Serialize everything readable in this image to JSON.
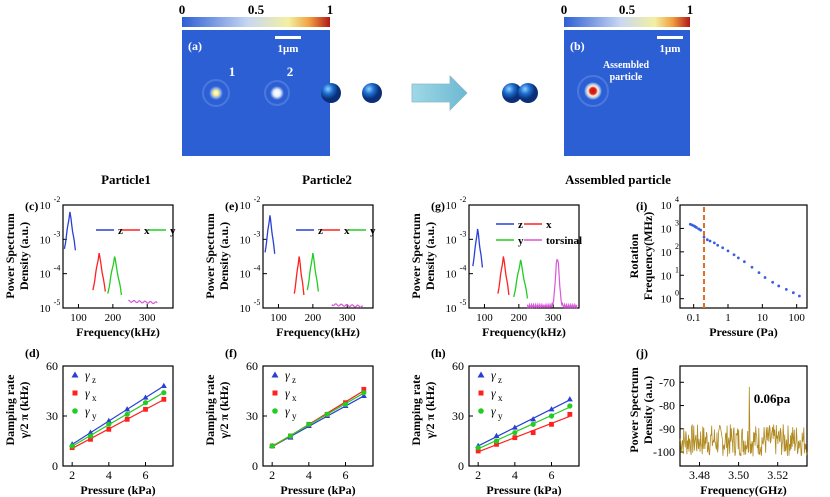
{
  "figure": {
    "colorbar": {
      "ticks": [
        "0",
        "0.5",
        "1"
      ]
    },
    "panel_a": {
      "label": "(a)",
      "scale": "1μm",
      "p1": "1",
      "p2": "2"
    },
    "panel_b": {
      "label": "(b)",
      "scale": "1μm",
      "text1": "Assembled",
      "text2": "particle"
    },
    "captions": {
      "p1": "Particle1",
      "p2": "Particle2",
      "assembled": "Assembled particle"
    },
    "panel_labels": {
      "c": "(c)",
      "e": "(e)",
      "g": "(g)",
      "i": "(i)",
      "d": "(d)",
      "f": "(f)",
      "h": "(h)",
      "j": "(j)"
    },
    "psd_ylabel": [
      "Power Spectrum",
      "Density (a.u.)"
    ],
    "psd_xlabel": "Frequency(kHz)",
    "psd_yticks": [
      "10",
      "10",
      "10",
      "10"
    ],
    "psd_yexp": [
      "-2",
      "-3",
      "-4",
      "-5"
    ],
    "psd_xticks": [
      "100",
      "200",
      "300"
    ],
    "legend_zxy": [
      "z",
      "x",
      "y"
    ],
    "legend_g": [
      "z",
      "x",
      "y",
      "torsinal"
    ],
    "rot_ylabel": [
      "Rotation",
      "Frequency(MHz)"
    ],
    "rot_xlabel": "Pressure (Pa)",
    "rot_xticks": [
      "0.1",
      "1",
      "10",
      "100"
    ],
    "rot_yticks": [
      "10",
      "10",
      "10",
      "10",
      "10"
    ],
    "rot_yexp": [
      "4",
      "3",
      "2",
      "1",
      "0"
    ],
    "damp_ylabel": [
      "Damping rate",
      "γ/2 π  (kHz)"
    ],
    "damp_xlabel": "Pressure (kPa)",
    "damp_xticks": [
      "2",
      "4",
      "6"
    ],
    "damp_yticks": [
      "60",
      "30",
      "0"
    ],
    "damp_legend": [
      "γ",
      "γ",
      "γ"
    ],
    "damp_legend_sub": [
      "z",
      "x",
      "y"
    ],
    "j_ylabel": [
      "Power Spectrum",
      "Density (a.u.)"
    ],
    "j_xlabel": "Frequency(GHz)",
    "j_xticks": [
      "3.48",
      "3.50",
      "3.52"
    ],
    "j_yticks": [
      "-70",
      "-80",
      "-90",
      "-100"
    ],
    "j_annotation": "0.06pa",
    "colors": {
      "z": "#2a3fd6",
      "x": "#ff2020",
      "y": "#22cc22",
      "torsional": "#d957d9",
      "bg_blue": "#2d5fd4",
      "dashed": "#e07020",
      "rot_points": "#3a5ee0",
      "noise": "#b08a20"
    }
  },
  "chart_data": [
    {
      "panel": "(d)",
      "type": "scatter",
      "xlabel": "Pressure (kPa)",
      "ylabel": "Damping rate γ/2 π (kHz)",
      "xlim": [
        1.5,
        7.5
      ],
      "ylim": [
        0,
        60
      ],
      "series": [
        {
          "name": "γz",
          "x": [
            2,
            3,
            4,
            5,
            6,
            7
          ],
          "y": [
            13,
            20,
            27,
            34,
            41,
            48
          ]
        },
        {
          "name": "γx",
          "x": [
            2,
            3,
            4,
            5,
            6,
            7
          ],
          "y": [
            11,
            16,
            22,
            28,
            34,
            40
          ]
        },
        {
          "name": "γy",
          "x": [
            2,
            3,
            4,
            5,
            6,
            7
          ],
          "y": [
            12,
            18,
            25,
            31,
            38,
            44
          ]
        }
      ]
    },
    {
      "panel": "(f)",
      "type": "scatter",
      "xlabel": "Pressure (kPa)",
      "ylabel": "Damping rate γ/2 π (kHz)",
      "xlim": [
        1.5,
        7.5
      ],
      "ylim": [
        0,
        60
      ],
      "series": [
        {
          "name": "γz",
          "x": [
            2,
            3,
            4,
            5,
            6,
            7
          ],
          "y": [
            12,
            17,
            24,
            30,
            36,
            42
          ]
        },
        {
          "name": "γx",
          "x": [
            2,
            3,
            4,
            5,
            6,
            7
          ],
          "y": [
            12,
            18,
            25,
            31,
            38,
            46
          ]
        },
        {
          "name": "γy",
          "x": [
            2,
            3,
            4,
            5,
            6,
            7
          ],
          "y": [
            12,
            18,
            25,
            31,
            37,
            44
          ]
        }
      ]
    },
    {
      "panel": "(h)",
      "type": "scatter",
      "xlabel": "Pressure (kPa)",
      "ylabel": "Damping rate γ/2 π (kHz)",
      "xlim": [
        1.5,
        7.5
      ],
      "ylim": [
        0,
        60
      ],
      "series": [
        {
          "name": "γz",
          "x": [
            2,
            3,
            4,
            5,
            6,
            7
          ],
          "y": [
            12,
            18,
            23,
            28,
            34,
            40
          ]
        },
        {
          "name": "γx",
          "x": [
            2,
            3,
            4,
            5,
            6,
            7
          ],
          "y": [
            9,
            13,
            17,
            20,
            25,
            31
          ]
        },
        {
          "name": "γy",
          "x": [
            2,
            3,
            4,
            5,
            6,
            7
          ],
          "y": [
            11,
            15,
            20,
            25,
            30,
            36
          ]
        }
      ]
    },
    {
      "panel": "(i)",
      "type": "scatter",
      "xlabel": "Pressure (Pa)",
      "ylabel": "Rotation Frequency(MHz)",
      "x_scale": "log",
      "y_scale": "log",
      "xlim": [
        0.04,
        200
      ],
      "ylim": [
        0.4,
        10000
      ],
      "x": [
        0.08,
        0.09,
        0.1,
        0.11,
        0.12,
        0.14,
        0.16,
        0.2,
        0.25,
        0.3,
        0.4,
        0.5,
        0.7,
        1,
        1.5,
        2,
        3,
        5,
        8,
        12,
        20,
        30,
        50,
        80,
        120
      ],
      "y": [
        1500,
        1400,
        1300,
        1200,
        1100,
        950,
        850,
        420,
        330,
        290,
        240,
        190,
        150,
        110,
        75,
        55,
        38,
        22,
        13,
        8,
        5,
        3.5,
        2.5,
        1.8,
        1.3
      ],
      "threshold_x": 0.2
    }
  ]
}
